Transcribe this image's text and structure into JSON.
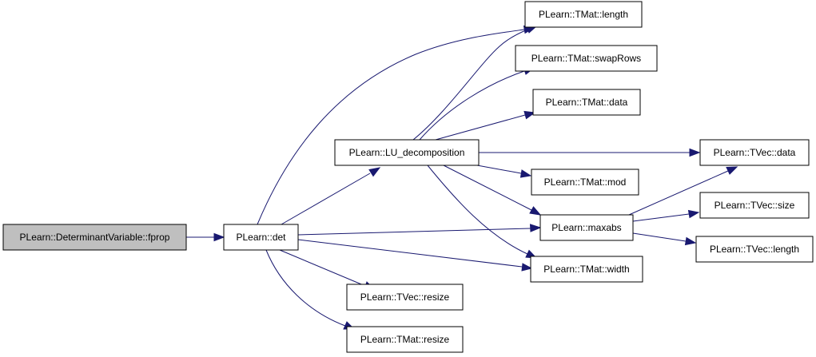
{
  "colors": {
    "edge": "#191970",
    "node_border": "#000000",
    "node_fill": "#ffffff",
    "root_fill": "#bfbfbf"
  },
  "nodes": {
    "fprop": "PLearn::DeterminantVariable::fprop",
    "det": "PLearn::det",
    "lu_decomposition": "PLearn::LU_decomposition",
    "tvec_resize": "PLearn::TVec::resize",
    "tmat_resize": "PLearn::TMat::resize",
    "tmat_length": "PLearn::TMat::length",
    "tmat_swaprows": "PLearn::TMat::swapRows",
    "tmat_data": "PLearn::TMat::data",
    "tmat_mod": "PLearn::TMat::mod",
    "maxabs": "PLearn::maxabs",
    "tmat_width": "PLearn::TMat::width",
    "tvec_data": "PLearn::TVec::data",
    "tvec_size": "PLearn::TVec::size",
    "tvec_length": "PLearn::TVec::length"
  },
  "edges": [
    [
      "fprop",
      "det"
    ],
    [
      "det",
      "lu_decomposition"
    ],
    [
      "det",
      "tmat_length"
    ],
    [
      "det",
      "maxabs"
    ],
    [
      "det",
      "tmat_width"
    ],
    [
      "det",
      "tvec_resize"
    ],
    [
      "det",
      "tmat_resize"
    ],
    [
      "lu_decomposition",
      "tmat_length"
    ],
    [
      "lu_decomposition",
      "tmat_swaprows"
    ],
    [
      "lu_decomposition",
      "tmat_data"
    ],
    [
      "lu_decomposition",
      "tvec_data"
    ],
    [
      "lu_decomposition",
      "tmat_mod"
    ],
    [
      "lu_decomposition",
      "maxabs"
    ],
    [
      "lu_decomposition",
      "tmat_width"
    ],
    [
      "maxabs",
      "tvec_data"
    ],
    [
      "maxabs",
      "tvec_size"
    ],
    [
      "maxabs",
      "tvec_length"
    ]
  ]
}
